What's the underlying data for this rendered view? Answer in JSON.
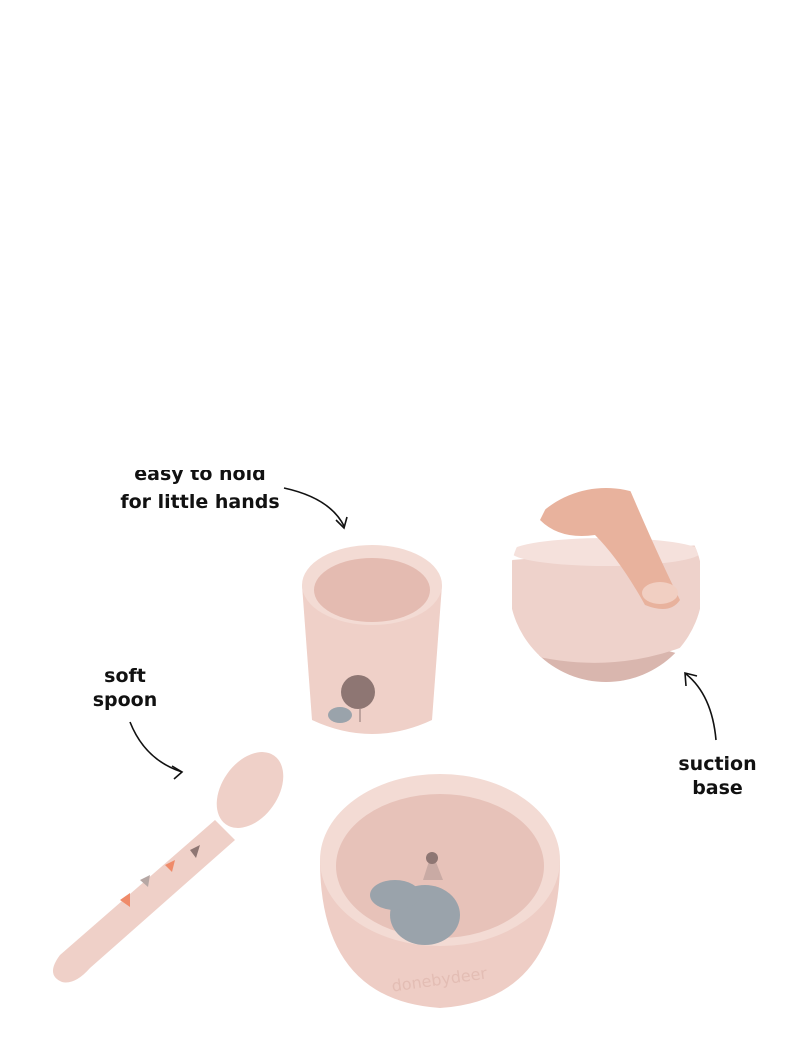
{
  "labels": {
    "cup_line1": "easy to hold",
    "cup_line2": "for little hands",
    "spoon_line1": "soft",
    "spoon_line2": "spoon",
    "suction_line1": "suction",
    "suction_line2": "base"
  },
  "brand_stamp": "donebydeer",
  "colors": {
    "silicone": "#f0d3cc",
    "silicone_dark": "#e3bdb4",
    "elephant": "#9aa3ab",
    "accent": "#ef8b6a"
  }
}
